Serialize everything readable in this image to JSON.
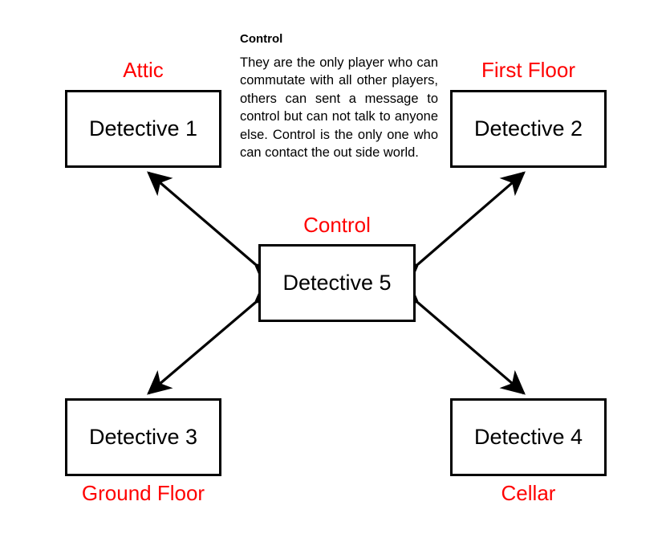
{
  "diagram": {
    "title_note": {
      "heading": "Control",
      "body": "They are the only player who can commutate with all other players, others can sent a message to control but can not talk to anyone else. Control is the only one who can contact the out side world."
    },
    "colors": {
      "label_red": "#ff0000",
      "box_border": "#000000",
      "box_fill": "#ffffff",
      "arrow": "#000000",
      "background": "#ffffff"
    },
    "nodes": [
      {
        "id": "d1",
        "label": "Detective 1",
        "room": "Attic",
        "room_position": "above"
      },
      {
        "id": "d2",
        "label": "Detective 2",
        "room": "First Floor",
        "room_position": "above"
      },
      {
        "id": "d5",
        "label": "Detective 5",
        "room": "Control",
        "room_position": "above"
      },
      {
        "id": "d3",
        "label": "Detective 3",
        "room": "Ground Floor",
        "room_position": "below"
      },
      {
        "id": "d4",
        "label": "Detective 4",
        "room": "Cellar",
        "room_position": "below"
      }
    ],
    "edges": [
      {
        "from": "d1",
        "to": "d5",
        "style": "double-headed-arrow"
      },
      {
        "from": "d2",
        "to": "d5",
        "style": "double-headed-arrow"
      },
      {
        "from": "d3",
        "to": "d5",
        "style": "double-headed-arrow"
      },
      {
        "from": "d4",
        "to": "d5",
        "style": "double-headed-arrow"
      }
    ]
  }
}
